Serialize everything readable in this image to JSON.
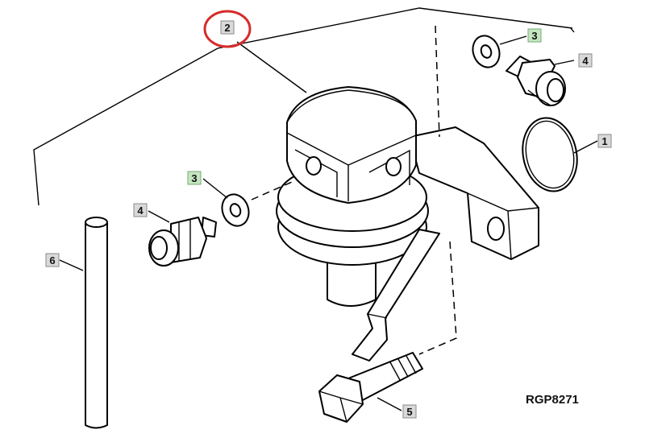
{
  "callouts": {
    "c2": "2",
    "c3_top": "3",
    "c4_top": "4",
    "c1": "1",
    "c3_left": "3",
    "c4_left": "4",
    "c6": "6",
    "c5": "5"
  },
  "reference_code": "RGP8271",
  "colors": {
    "highlight_circle": "#d62b2b",
    "callout_fill": "#d9d9d9",
    "callout_highlight_fill": "#c4e6c0"
  }
}
